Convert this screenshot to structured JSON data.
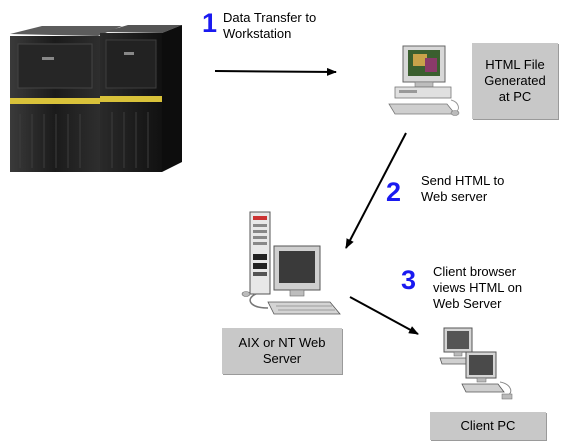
{
  "steps": [
    {
      "number": "1",
      "label": "Data Transfer to\nWorkstation"
    },
    {
      "number": "2",
      "label": "Send HTML to\nWeb server"
    },
    {
      "number": "3",
      "label": "Client browser\nviews HTML on\nWeb Server"
    }
  ],
  "boxes": {
    "html_file": "HTML File\nGenerated\nat PC",
    "web_server": "AIX or NT Web\nServer",
    "client_pc": "Client PC"
  },
  "icons": {
    "mainframe": "ibm-server-rack-icon",
    "workstation": "desktop-computer-icon",
    "web_server": "tower-server-computer-icon",
    "clients": "client-computers-icon"
  },
  "colors": {
    "step_number": "#1a1af0",
    "box_fill": "#c8c8c8"
  }
}
